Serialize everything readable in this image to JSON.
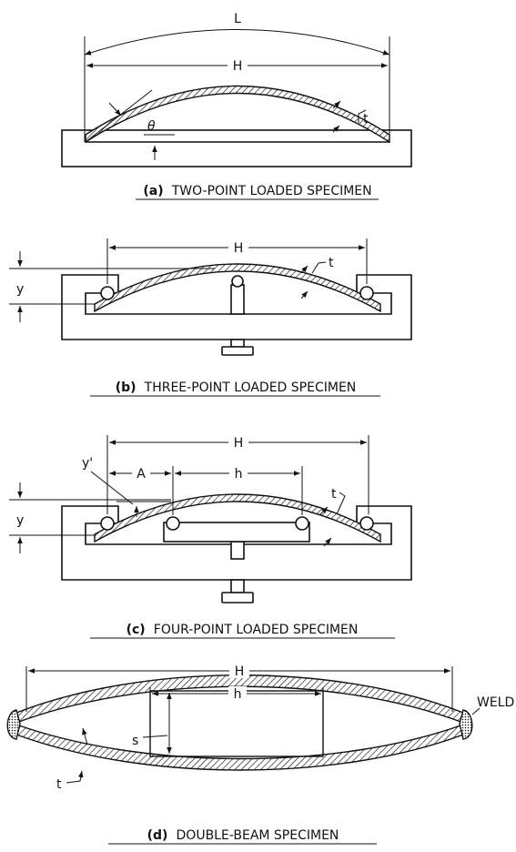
{
  "figure": {
    "a": {
      "caption_letter": "(a)",
      "caption_text": "TWO-POINT LOADED SPECIMEN",
      "labels": {
        "L": "L",
        "H": "H",
        "t": "t",
        "theta": "θ"
      }
    },
    "b": {
      "caption_letter": "(b)",
      "caption_text": "THREE-POINT LOADED SPECIMEN",
      "labels": {
        "H": "H",
        "t": "t",
        "y": "y"
      }
    },
    "c": {
      "caption_letter": "(c)",
      "caption_text": "FOUR-POINT LOADED SPECIMEN",
      "labels": {
        "H": "H",
        "h": "h",
        "A": "A",
        "y": "y",
        "y_prime": "y'",
        "t": "t"
      }
    },
    "d": {
      "caption_letter": "(d)",
      "caption_text": "DOUBLE-BEAM SPECIMEN",
      "labels": {
        "H": "H",
        "h": "h",
        "s": "s",
        "t": "t",
        "weld": "WELD"
      }
    }
  }
}
